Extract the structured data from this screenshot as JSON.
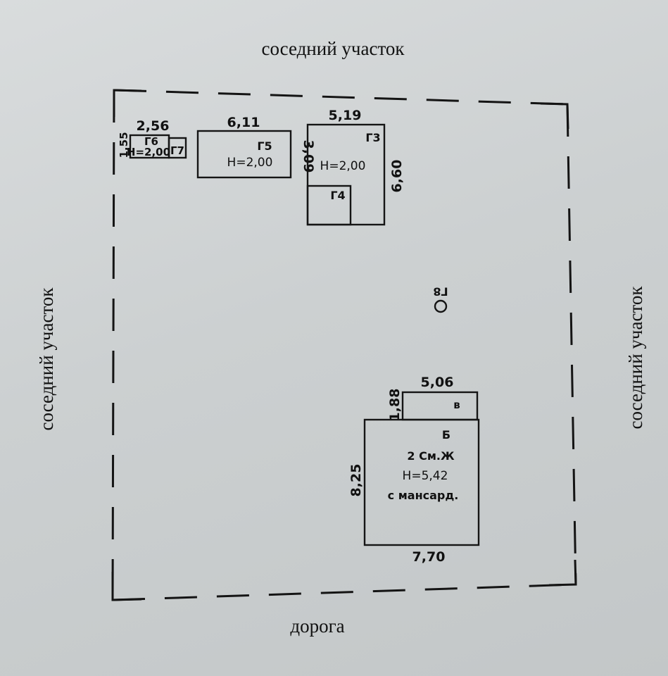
{
  "labels": {
    "top": "соседний участок",
    "bottom": "дорога",
    "left": "соседний участок",
    "right": "соседний участок"
  },
  "colors": {
    "paper": "#cdd1d2",
    "ink": "#141414"
  },
  "buildings": {
    "g6": {
      "name": "Г6",
      "height": "Н=2,00",
      "width_dim": "2,56",
      "depth_dim": "1,55"
    },
    "g7": {
      "name": "Г7"
    },
    "g5": {
      "name": "Г5",
      "height": "Н=2,00",
      "width_dim": "6,11",
      "depth_dim": "3,09"
    },
    "g3": {
      "name": "Г3",
      "height": "Н=2,00",
      "width_dim": "5,19",
      "depth_dim": "6,60"
    },
    "g4": {
      "name": "Г4"
    },
    "g8": {
      "name": "Г8"
    },
    "house": {
      "name": "Б",
      "line1": "2 См.Ж",
      "height": "Н=5,42",
      "note": "с мансард.",
      "width_dim": "7,70",
      "depth_dim": "8,25"
    },
    "porch": {
      "name": "в",
      "width_dim": "5,06",
      "depth_dim": "1,88"
    }
  }
}
